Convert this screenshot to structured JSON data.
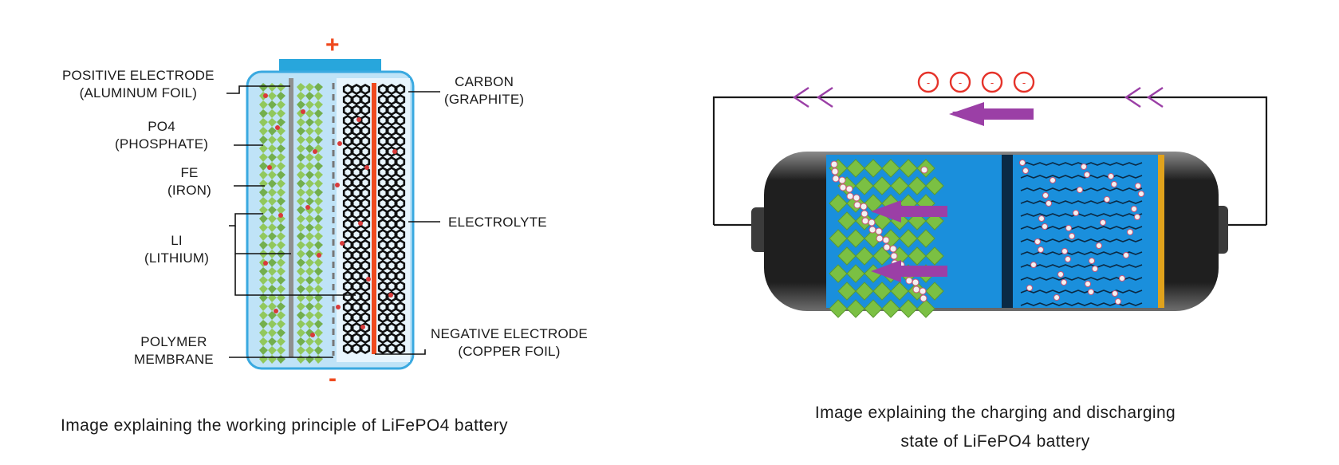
{
  "left_diagram": {
    "signs": {
      "positive": "+",
      "negative": "-"
    },
    "labels": {
      "positive_electrode": [
        "POSITIVE ELECTRODE",
        "(ALUMINUM FOIL)"
      ],
      "po4": [
        "PO4",
        "(PHOSPHATE)"
      ],
      "fe": [
        "FE",
        "(IRON)"
      ],
      "li": [
        "LI",
        "(LITHIUM)"
      ],
      "polymer_membrane": [
        "POLYMER",
        "MEMBRANE"
      ],
      "carbon": [
        "CARBON",
        "(GRAPHITE)"
      ],
      "electrolyte": "ELECTROLYTE",
      "negative_electrode": [
        "NEGATIVE ELECTRODE",
        "(COPPER FOIL)"
      ]
    },
    "caption": "Image explaining the working principle of LiFePO4 battery",
    "colors": {
      "casing": "#bfe3f7",
      "casing_border": "#3aa9e0",
      "terminal": "#28a6dc",
      "cathode_crystal": "#8cc44a",
      "anode_graphite": "#111111",
      "copper_foil": "#ef4a1e",
      "aluminum_foil": "#8f8f8f",
      "lithium_ion": "#d93a3a"
    }
  },
  "right_diagram": {
    "caption_lines": [
      "Image explaining the charging and discharging",
      "state of LiFePO4 battery"
    ],
    "electron_count": 4,
    "colors": {
      "arrow": "#9b3fa6",
      "electron": "#e5332a",
      "electrolyte": "#1a8fdc",
      "crystal": "#7bc043",
      "separator": "#0a2a45",
      "casing": "#2b2b2b",
      "gold_band": "#e0a21c"
    }
  }
}
